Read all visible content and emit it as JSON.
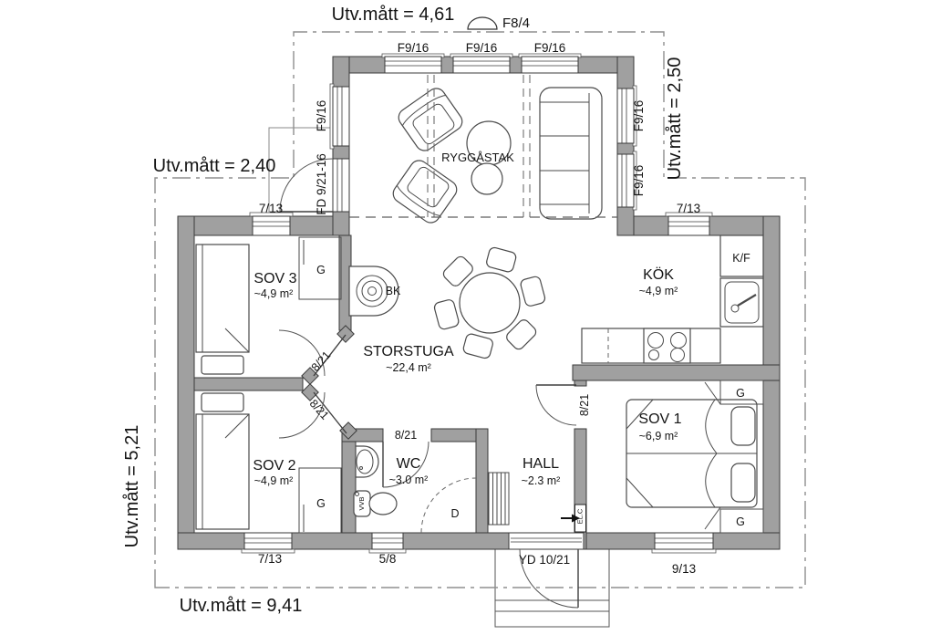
{
  "colors": {
    "wall_fill": "#a0a0a0",
    "wall_stroke": "#3a3a3a",
    "dash_line": "#8f8f8f",
    "furniture_line": "#4a4a4a",
    "text": "#141414"
  },
  "dimensions": {
    "top": "Utv.mått = 4,61",
    "upper_left": "Utv.mått = 2,40",
    "right": "Utv.mått = 2,50",
    "left": "Utv.mått = 5,21",
    "bottom": "Utv.mått = 9,41"
  },
  "roof_window": {
    "label": "F8/4"
  },
  "ridge_label": "RYGGÅSTAK",
  "windows": {
    "top": [
      "F9/16",
      "F9/16",
      "F9/16"
    ],
    "lr_left": "F9/16",
    "lr_right": [
      "F9/16",
      "F9/16"
    ],
    "sov3_top": "7/13",
    "kok_top": "7/13",
    "sov2_bottom": "7/13",
    "wc_bottom": "5/8",
    "sov1_bottom": "9/13"
  },
  "doors": {
    "french": "FD 9/21-16",
    "entry": "YD 10/21",
    "sov3": "8/21",
    "sov2": "8/21",
    "wc": "8/21",
    "sov1": "8/21"
  },
  "rooms": {
    "storstuga": {
      "name": "STORSTUGA",
      "area": "~22,4 m²"
    },
    "kok": {
      "name": "KÖK",
      "area": "~4,9 m²"
    },
    "sov1": {
      "name": "SOV 1",
      "area": "~6,9 m²"
    },
    "sov2": {
      "name": "SOV 2",
      "area": "~4,9 m²"
    },
    "sov3": {
      "name": "SOV 3",
      "area": "~4,9 m²"
    },
    "wc": {
      "name": "WC",
      "area": "~3.0 m²"
    },
    "hall": {
      "name": "HALL",
      "area": "~2.3 m²"
    }
  },
  "fixtures": {
    "wardrobes": [
      "G",
      "G",
      "G",
      "G"
    ],
    "stove": "BK",
    "fridge_freezer": "K/F",
    "water_heater": "VVB",
    "electrical_central": "EL.C",
    "shower": "D"
  }
}
